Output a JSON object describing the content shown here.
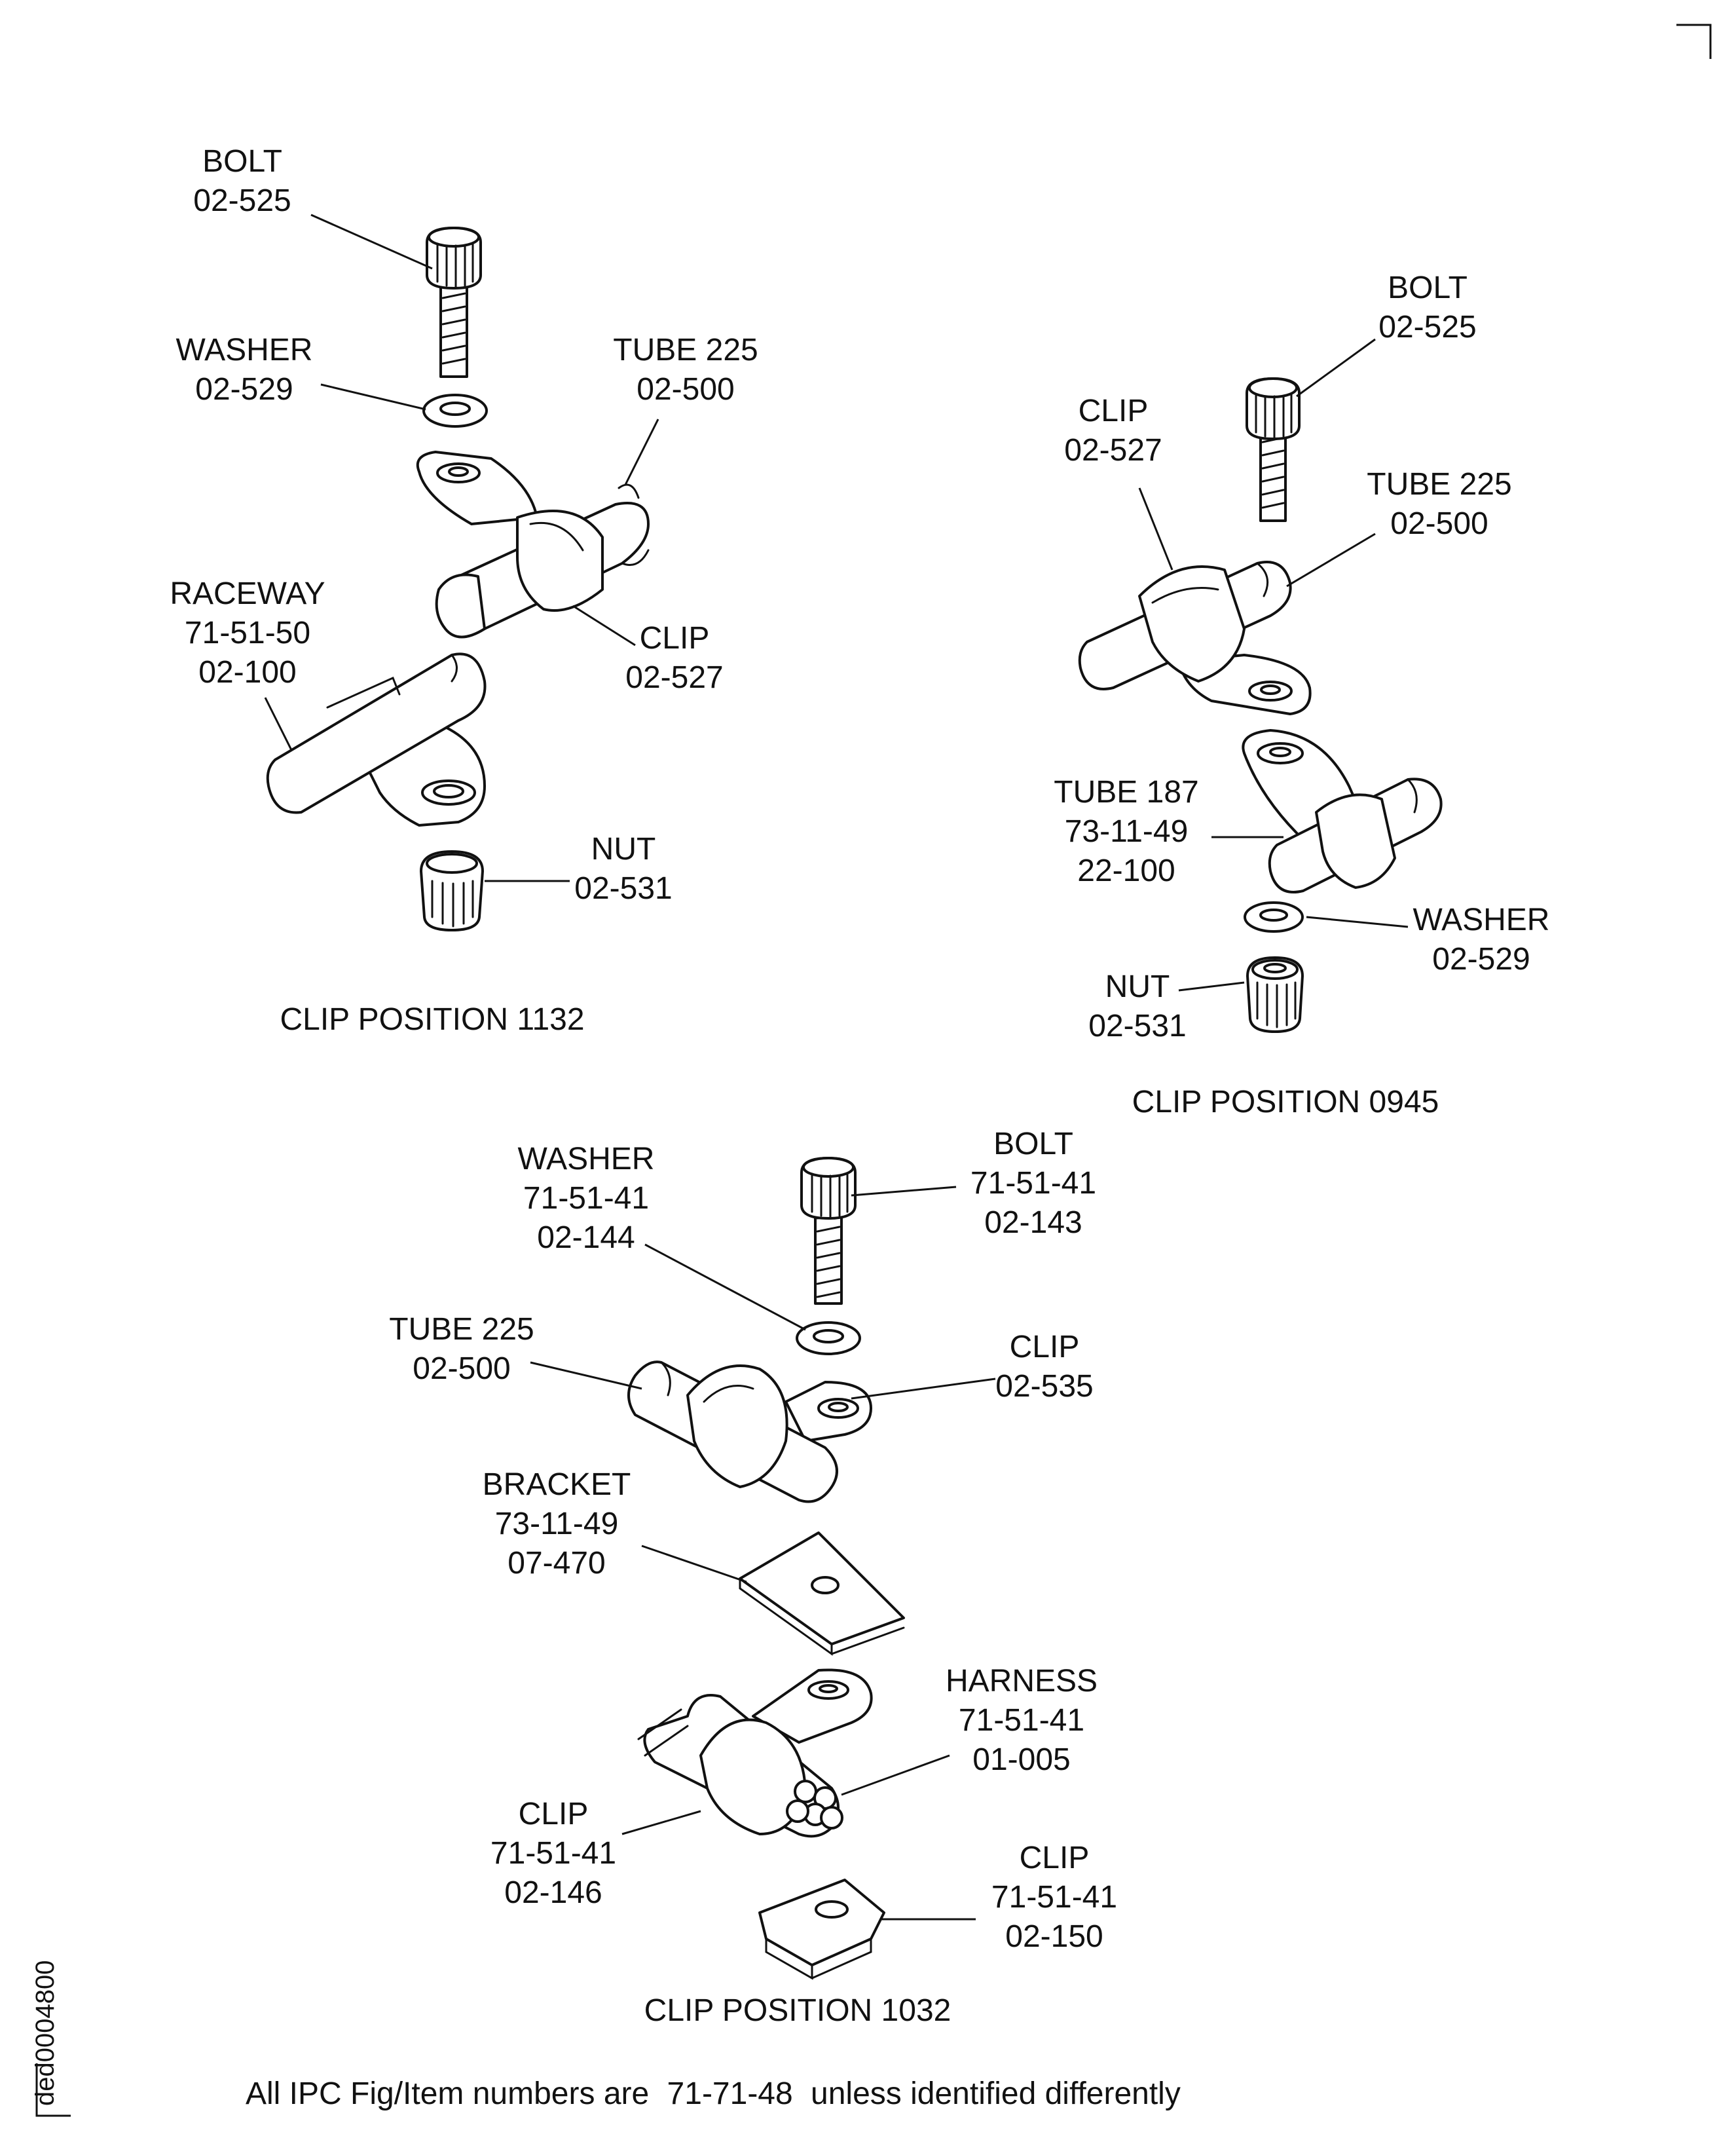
{
  "diagram": {
    "positions": [
      {
        "id": "1132",
        "caption": "CLIP POSITION 1132",
        "parts": [
          {
            "id": "bolt",
            "name": "BOLT",
            "refs": [
              "02-525"
            ]
          },
          {
            "id": "washer",
            "name": "WASHER",
            "refs": [
              "02-529"
            ]
          },
          {
            "id": "tube225",
            "name": "TUBE 225",
            "refs": [
              "02-500"
            ]
          },
          {
            "id": "raceway",
            "name": "RACEWAY",
            "refs": [
              "71-51-50",
              "02-100"
            ]
          },
          {
            "id": "clip",
            "name": "CLIP",
            "refs": [
              "02-527"
            ]
          },
          {
            "id": "nut",
            "name": "NUT",
            "refs": [
              "02-531"
            ]
          }
        ]
      },
      {
        "id": "0945",
        "caption": "CLIP POSITION 0945",
        "parts": [
          {
            "id": "bolt",
            "name": "BOLT",
            "refs": [
              "02-525"
            ]
          },
          {
            "id": "clip",
            "name": "CLIP",
            "refs": [
              "02-527"
            ]
          },
          {
            "id": "tube225",
            "name": "TUBE 225",
            "refs": [
              "02-500"
            ]
          },
          {
            "id": "tube187",
            "name": "TUBE 187",
            "refs": [
              "73-11-49",
              "22-100"
            ]
          },
          {
            "id": "washer",
            "name": "WASHER",
            "refs": [
              "02-529"
            ]
          },
          {
            "id": "nut",
            "name": "NUT",
            "refs": [
              "02-531"
            ]
          }
        ]
      },
      {
        "id": "1032",
        "caption": "CLIP POSITION 1032",
        "parts": [
          {
            "id": "washer",
            "name": "WASHER",
            "refs": [
              "71-51-41",
              "02-144"
            ]
          },
          {
            "id": "bolt",
            "name": "BOLT",
            "refs": [
              "71-51-41",
              "02-143"
            ]
          },
          {
            "id": "tube225",
            "name": "TUBE 225",
            "refs": [
              "02-500"
            ]
          },
          {
            "id": "clip535",
            "name": "CLIP",
            "refs": [
              "02-535"
            ]
          },
          {
            "id": "bracket",
            "name": "BRACKET",
            "refs": [
              "73-11-49",
              "07-470"
            ]
          },
          {
            "id": "harness",
            "name": "HARNESS",
            "refs": [
              "71-51-41",
              "01-005"
            ]
          },
          {
            "id": "clip146",
            "name": "CLIP",
            "refs": [
              "71-51-41",
              "02-146"
            ]
          },
          {
            "id": "clip150",
            "name": "CLIP",
            "refs": [
              "71-51-41",
              "02-150"
            ]
          }
        ]
      }
    ],
    "footnote": {
      "before": "All IPC Fig/Item numbers are",
      "ref": "71-71-48",
      "after": "unless identified differently"
    },
    "drawing_id": "ded0004800"
  }
}
